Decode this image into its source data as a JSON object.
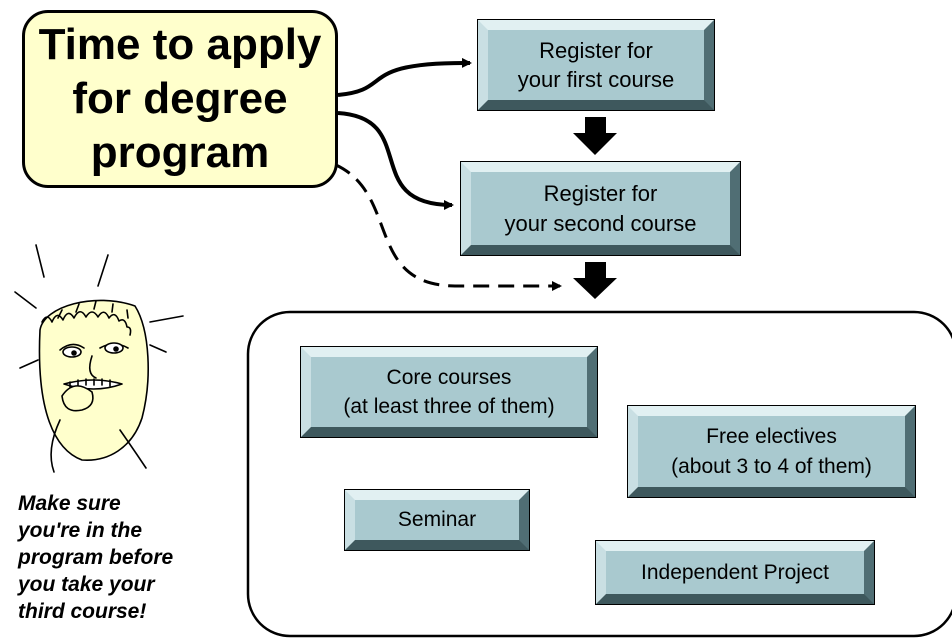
{
  "callout": {
    "lines": [
      "Time to apply",
      "for degree",
      "program"
    ],
    "fill": "#ffffcc"
  },
  "steps": {
    "first_course": [
      "Register for",
      "your first course"
    ],
    "second_course": [
      "Register for",
      "your second course"
    ]
  },
  "components": {
    "core": [
      "Core courses",
      "(at least three of them)"
    ],
    "electives": [
      "Free electives",
      "(about 3 to 4 of them)"
    ],
    "seminar": "Seminar",
    "project": "Independent Project"
  },
  "note": {
    "lines": [
      "Make sure",
      "you're in the",
      "program before",
      "you take your",
      "third course!"
    ]
  },
  "colors": {
    "box_face": "#a9c9cf",
    "box_highlight": "#e1f0f2",
    "box_shadow": "#3e585d",
    "skin": "#ffffcc"
  },
  "icons": [
    "worried-person-icon",
    "down-arrow-icon",
    "curved-arrow-icon",
    "dashed-arrow-icon"
  ]
}
